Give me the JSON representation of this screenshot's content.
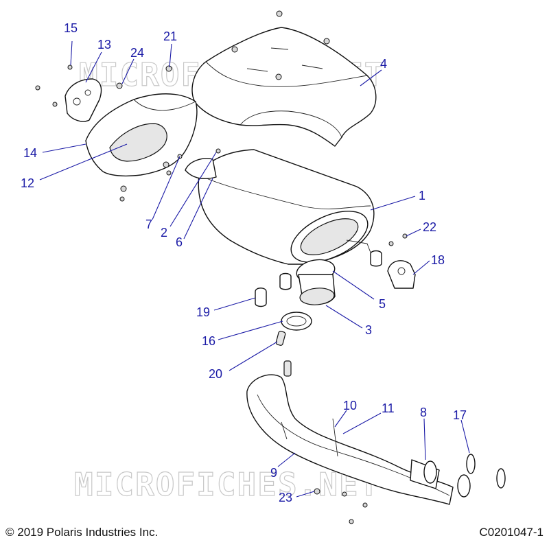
{
  "diagram": {
    "watermark_text": "MICROFICHES.NET",
    "copyright": "© 2019 Polaris Industries Inc.",
    "figure_code": "C0201047-1",
    "callouts": [
      {
        "id": "c15",
        "label": "15"
      },
      {
        "id": "c13",
        "label": "13"
      },
      {
        "id": "c24",
        "label": "24"
      },
      {
        "id": "c21",
        "label": "21"
      },
      {
        "id": "c4",
        "label": "4"
      },
      {
        "id": "c14",
        "label": "14"
      },
      {
        "id": "c12",
        "label": "12"
      },
      {
        "id": "c7",
        "label": "7"
      },
      {
        "id": "c2",
        "label": "2"
      },
      {
        "id": "c6",
        "label": "6"
      },
      {
        "id": "c1",
        "label": "1"
      },
      {
        "id": "c22",
        "label": "22"
      },
      {
        "id": "c18",
        "label": "18"
      },
      {
        "id": "c5",
        "label": "5"
      },
      {
        "id": "c3",
        "label": "3"
      },
      {
        "id": "c19",
        "label": "19"
      },
      {
        "id": "c16",
        "label": "16"
      },
      {
        "id": "c20",
        "label": "20"
      },
      {
        "id": "c10",
        "label": "10"
      },
      {
        "id": "c11",
        "label": "11"
      },
      {
        "id": "c8",
        "label": "8"
      },
      {
        "id": "c17",
        "label": "17"
      },
      {
        "id": "c9",
        "label": "9"
      },
      {
        "id": "c23",
        "label": "23"
      }
    ]
  }
}
